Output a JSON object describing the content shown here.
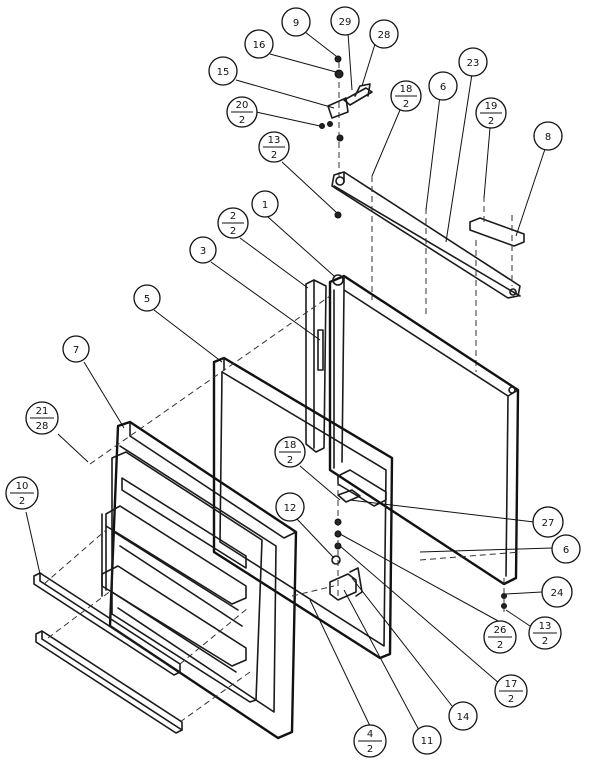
{
  "callouts": [
    {
      "id": "c9",
      "top": "9"
    },
    {
      "id": "c16",
      "top": "16"
    },
    {
      "id": "c29",
      "top": "29"
    },
    {
      "id": "c28",
      "top": "28"
    },
    {
      "id": "c15",
      "top": "15"
    },
    {
      "id": "c20",
      "top": "20",
      "bottom": "2"
    },
    {
      "id": "c18a",
      "top": "18",
      "bottom": "2"
    },
    {
      "id": "c6a",
      "top": "6"
    },
    {
      "id": "c23",
      "top": "23"
    },
    {
      "id": "c19",
      "top": "19",
      "bottom": "2"
    },
    {
      "id": "c8",
      "top": "8"
    },
    {
      "id": "c13a",
      "top": "13",
      "bottom": "2"
    },
    {
      "id": "c1",
      "top": "1"
    },
    {
      "id": "c2",
      "top": "2",
      "bottom": "2"
    },
    {
      "id": "c3",
      "top": "3"
    },
    {
      "id": "c5",
      "top": "5"
    },
    {
      "id": "c7",
      "top": "7"
    },
    {
      "id": "c21",
      "top": "21",
      "bottom": "28"
    },
    {
      "id": "c10",
      "top": "10",
      "bottom": "2"
    },
    {
      "id": "c18b",
      "top": "18",
      "bottom": "2"
    },
    {
      "id": "c12",
      "top": "12"
    },
    {
      "id": "c27",
      "top": "27"
    },
    {
      "id": "c6b",
      "top": "6"
    },
    {
      "id": "c24",
      "top": "24"
    },
    {
      "id": "c13b",
      "top": "13",
      "bottom": "2"
    },
    {
      "id": "c26",
      "top": "26",
      "bottom": "2"
    },
    {
      "id": "c17",
      "top": "17",
      "bottom": "2"
    },
    {
      "id": "c14",
      "top": "14"
    },
    {
      "id": "c11",
      "top": "11"
    },
    {
      "id": "c4",
      "top": "4",
      "bottom": "2"
    }
  ]
}
